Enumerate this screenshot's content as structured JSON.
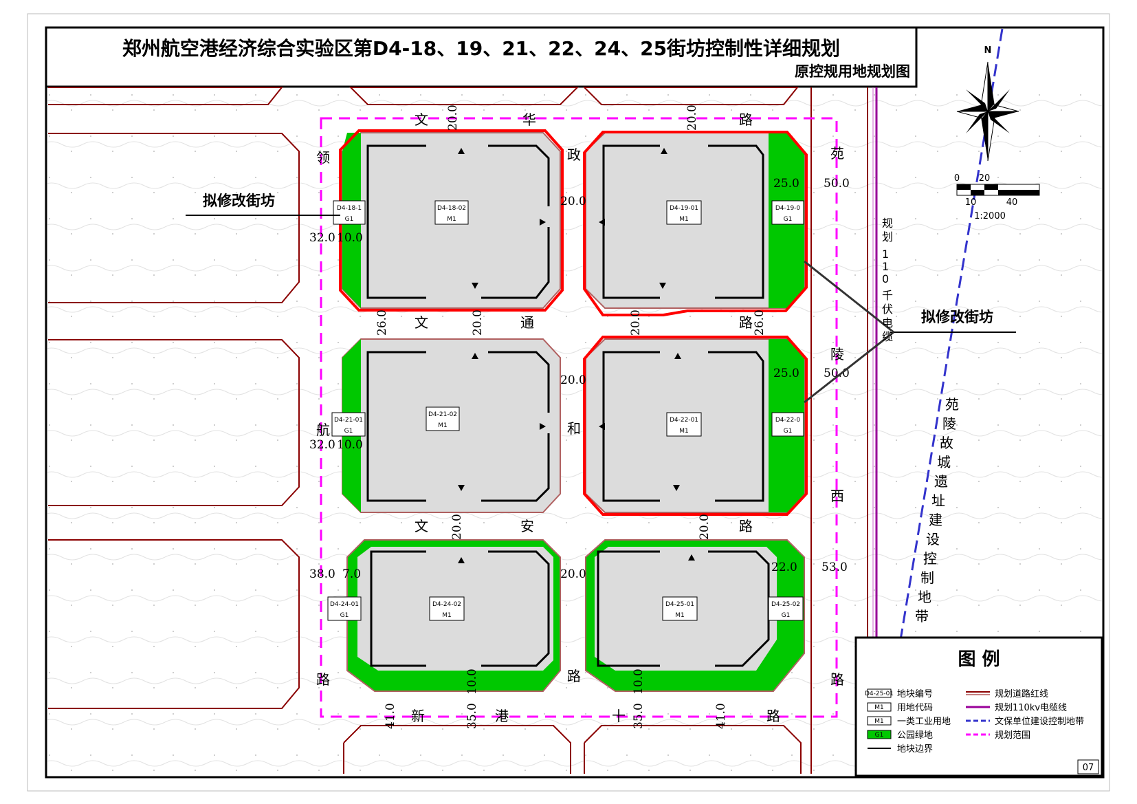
{
  "title": {
    "main": "郑州航空港经济综合实验区第D4-18、19、21、22、24、25街坊控制性详细规划",
    "sub": "原控规用地规划图"
  },
  "callouts": {
    "left": "拟修改街坊",
    "right": "拟修改街坊"
  },
  "roads": {
    "wenhua": [
      "文",
      "华",
      "路"
    ],
    "wentong": [
      "文",
      "通",
      "路"
    ],
    "wenan": [
      "文",
      "安",
      "路"
    ],
    "xingang": [
      "新",
      "港",
      "十",
      "路"
    ],
    "linghang": [
      "领",
      "航",
      "路"
    ],
    "zhenghe": [
      "政",
      "和",
      "路"
    ],
    "yuanlingxi": [
      "苑",
      "陵",
      "西",
      "路"
    ]
  },
  "dims": {
    "d20_top_a": "20.0",
    "d20_top_b": "20.0",
    "d20_mid_a": "20.0",
    "d20_mid_b": "20.0",
    "d20_low_a": "20.0",
    "d20_low_b": "20.0",
    "d20_h1": "20.0",
    "d20_h2": "20.0",
    "d20_h3": "20.0",
    "d26_a": "26.0",
    "d26_b": "26.0",
    "d25_a": "25.0",
    "d25_b": "25.0",
    "d22": "22.0",
    "d50_a": "50.0",
    "d50_b": "50.0",
    "d53": "53.0",
    "d32_a": "32.0",
    "d32_b": "32.0",
    "d38": "38.0",
    "d10_a": "10.0",
    "d10_b": "10.0",
    "d7": "7.0",
    "d41_a": "41.0",
    "d41_b": "41.0",
    "d35_a": "35.0",
    "d35_b": "35.0",
    "d10_c": "10.0",
    "d10_d": "10.0"
  },
  "parcels": [
    {
      "id": "D4-18-1",
      "code": "G1"
    },
    {
      "id": "D4-18-02",
      "code": "M1"
    },
    {
      "id": "D4-19-01",
      "code": "M1"
    },
    {
      "id": "D4-19-0",
      "code": "G1"
    },
    {
      "id": "D4-21-01",
      "code": "G1"
    },
    {
      "id": "D4-21-02",
      "code": "M1"
    },
    {
      "id": "D4-22-01",
      "code": "M1"
    },
    {
      "id": "D4-22-0",
      "code": "G1"
    },
    {
      "id": "D4-24-01",
      "code": "G1"
    },
    {
      "id": "D4-24-02",
      "code": "M1"
    },
    {
      "id": "D4-25-01",
      "code": "M1"
    },
    {
      "id": "D4-25-02",
      "code": "G1"
    }
  ],
  "powerline_label": [
    "规",
    "划",
    "1",
    "1",
    "0",
    "千",
    "伏",
    "电",
    "缆"
  ],
  "heritage_label": [
    "苑",
    "陵",
    "故",
    "城",
    "遗",
    "址",
    "建",
    "设",
    "控",
    "制",
    "地",
    "带"
  ],
  "compass": {
    "north": "N",
    "s0": "0",
    "s10": "10",
    "s20": "20",
    "s40": "40",
    "scale": "1:2000"
  },
  "legend": {
    "title": "图    例",
    "items_left": [
      {
        "sym": "D4-25-01",
        "label": "地块编号"
      },
      {
        "sym": "M1",
        "label": "用地代码"
      },
      {
        "sym": "M1",
        "label": "一类工业用地"
      },
      {
        "sym": "G1",
        "label": "公园绿地"
      },
      {
        "sym": "",
        "label": "地块边界"
      }
    ],
    "items_right": [
      {
        "label": "规划道路红线"
      },
      {
        "label": "规划110kv电缆线"
      },
      {
        "label": "文保单位建设控制地带"
      },
      {
        "label": "规划范围"
      }
    ]
  },
  "page_number": "07",
  "colors": {
    "red_outline": "#ff0000",
    "green": "#00c800",
    "grey_fill": "#dcdcdc",
    "road_red": "#8b0000",
    "magenta": "#ff00ff",
    "purple": "#990099",
    "blue_dash": "#3333cc"
  }
}
